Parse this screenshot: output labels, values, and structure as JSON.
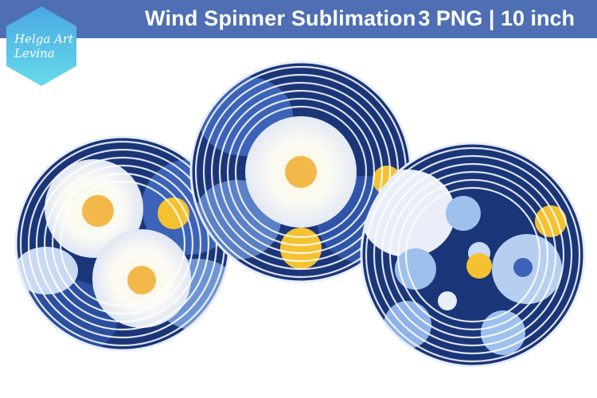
{
  "banner": {
    "title": "Wind Spinner Sublimation",
    "spec": "3 PNG | 10 inch",
    "color": "#4f6fb4"
  },
  "logo": {
    "line1": "Helga Art",
    "line2": "Levina",
    "color_top": "#4aa8e6",
    "color_bottom": "#66dbe8"
  },
  "spinners": [
    {
      "name": "left-spinner",
      "flowers": "white peonies"
    },
    {
      "name": "middle-spinner",
      "flowers": "white peony"
    },
    {
      "name": "right-spinner",
      "flowers": "blue and white flowers"
    }
  ],
  "palette": {
    "navy": "#1a3578",
    "blue": "#3c63b8",
    "light_blue": "#9ec0ec",
    "white": "#f7f5ee",
    "gold": "#f4c231"
  }
}
